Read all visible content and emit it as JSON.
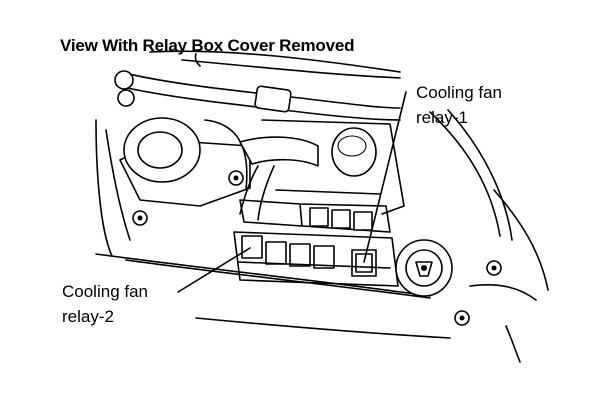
{
  "title": "View With Relay Box Cover Removed",
  "callouts": {
    "relay1": {
      "line1": "Cooling fan",
      "line2": "relay-1"
    },
    "relay2": {
      "line1": "Cooling fan",
      "line2": "relay-2"
    }
  }
}
